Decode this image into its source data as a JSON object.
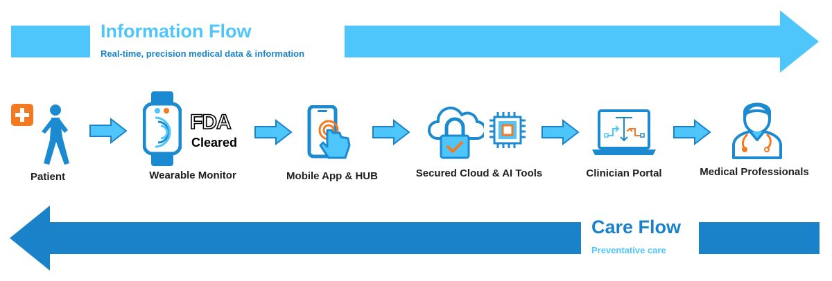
{
  "information_flow": {
    "title": "Information Flow",
    "subtitle": "Real-time, precision medical data & information"
  },
  "care_flow": {
    "title": "Care Flow",
    "subtitle": "Preventative care"
  },
  "steps": [
    {
      "label": "Patient",
      "icon": "walking-person-icon"
    },
    {
      "label": "Wearable Monitor",
      "icon": "smartwatch-icon"
    },
    {
      "label": "Mobile App & HUB",
      "icon": "smartphone-tap-icon"
    },
    {
      "label": "Secured Cloud & AI Tools",
      "icon": "cloud-lock-chip-icon"
    },
    {
      "label": "Clinician Portal",
      "icon": "laptop-chart-icon"
    },
    {
      "label": "Medical Professionals",
      "icon": "doctor-icon"
    }
  ],
  "fda": {
    "mark": "FDA",
    "cleared_label": "Cleared"
  },
  "colors": {
    "light_blue": "#4fc6fb",
    "dark_blue": "#1a82c8",
    "icon_blue": "#1c8ad1",
    "accent_orange": "#f47920"
  }
}
